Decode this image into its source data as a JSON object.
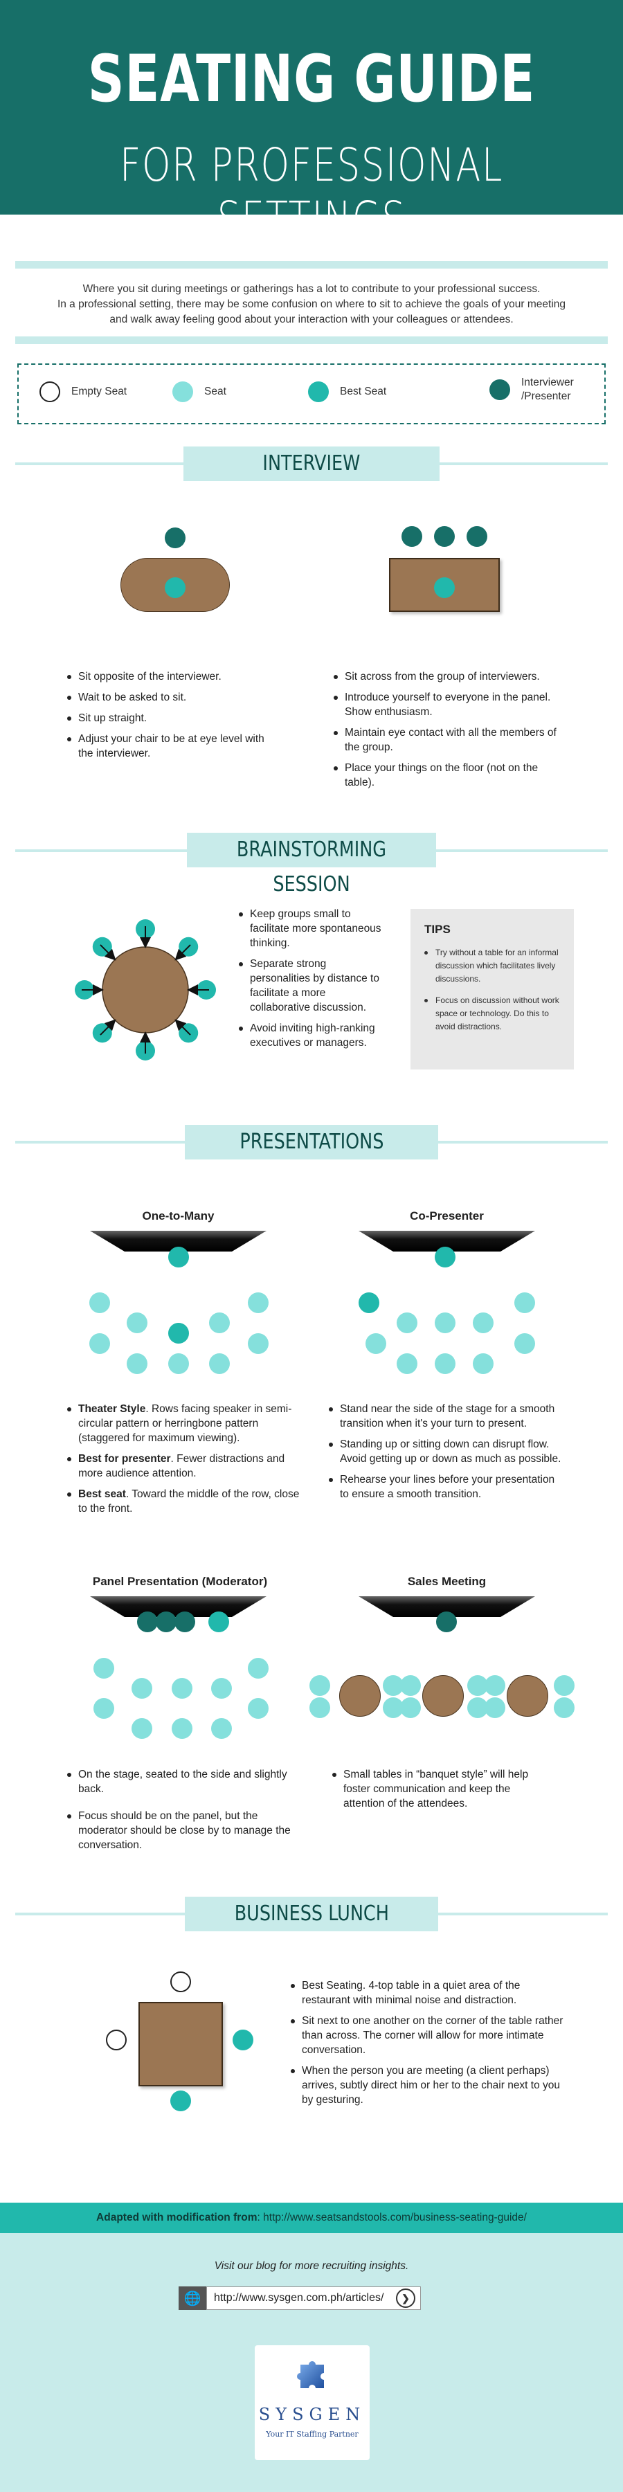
{
  "header": {
    "title": "SEATING GUIDE",
    "subtitle": "FOR PROFESSIONAL SETTINGS"
  },
  "intro": {
    "line1": "Where you sit during meetings or gatherings has a lot to contribute to your professional success.",
    "line2": "In a professional setting, there may be some confusion on where to sit to achieve the goals of your meeting",
    "line3": "and walk away feeling good about your interaction with your colleagues or attendees."
  },
  "legend": {
    "empty": "Empty Seat",
    "seat": "Seat",
    "best": "Best Seat",
    "interviewer1": "Interviewer",
    "interviewer2": "/Presenter"
  },
  "colors": {
    "dark": "#176f68",
    "teal": "#21b8ac",
    "light": "#85e0dc",
    "table": "#9b7653"
  },
  "interview": {
    "title": "INTERVIEW",
    "left_bullets": [
      "Sit opposite of the interviewer.",
      "Wait to be asked to sit.",
      "Sit up straight.",
      "Adjust your chair to be at eye level with the interviewer."
    ],
    "right_bullets": [
      "Sit across from the group of interviewers.",
      "Introduce yourself to everyone in the panel. Show enthusiasm.",
      "Maintain eye contact with all the members of the group.",
      "Place your things on the floor (not on the table)."
    ]
  },
  "brainstorming": {
    "title": "BRAINSTORMING SESSION",
    "bullets": [
      "Keep groups small to facilitate more spontaneous thinking.",
      "Separate strong personalities by distance to facilitate a more collaborative discussion.",
      "Avoid inviting high-ranking executives or managers."
    ],
    "tips_title": "TIPS",
    "tips": [
      "Try without a table for an informal discussion which facilitates lively discussions.",
      "Focus on discussion without work space or technology. Do this to avoid distractions."
    ]
  },
  "presentations": {
    "title": "PRESENTATIONS",
    "one_to_many": {
      "title": "One-to-Many",
      "bullets": [
        {
          "bold": "Theater Style",
          "text": ". Rows facing speaker in semi-circular pattern or herringbone pattern (staggered for maximum viewing)."
        },
        {
          "bold": "Best for presenter",
          "text": ". Fewer distractions and more audience attention."
        },
        {
          "bold": "Best seat",
          "text": ". Toward the middle of the row, close to the front."
        }
      ]
    },
    "co_presenter": {
      "title": "Co-Presenter",
      "bullets": [
        "Stand near the side of the stage for a smooth transition when it's your turn to present.",
        "Standing up or sitting down can disrupt flow. Avoid getting up or down as much as possible.",
        "Rehearse your lines before your presentation to ensure a smooth transition."
      ]
    },
    "panel": {
      "title": "Panel Presentation (Moderator)",
      "bullets": [
        "On the stage, seated to the side and slightly back.",
        "Focus should be on the panel, but the moderator should be close by to manage the conversation."
      ]
    },
    "sales": {
      "title": "Sales Meeting",
      "bullets": [
        "Small tables in “banquet style” will help foster communication and keep the attention of the attendees."
      ]
    }
  },
  "lunch": {
    "title": "BUSINESS LUNCH",
    "bullets": [
      "Best Seating. 4-top table in  a quiet area of  the restaurant with minimal noise and distraction.",
      "Sit next to one another on the corner of the table rather than across. The corner will allow for more intimate conversation.",
      "When the person you are meeting (a client perhaps) arrives, subtly direct him or her to the chair next to you by gesturing."
    ]
  },
  "footer": {
    "adapted_label": "Adapted with modification from",
    "adapted_url": ": http://www.seatsandstools.com/business-seating-guide/",
    "visit": "Visit our blog for more recruiting insights.",
    "blog_url": "http://www.sysgen.com.ph/articles/",
    "logo_name": "SYSGEN",
    "logo_tag": "Your IT Staffing Partner"
  }
}
